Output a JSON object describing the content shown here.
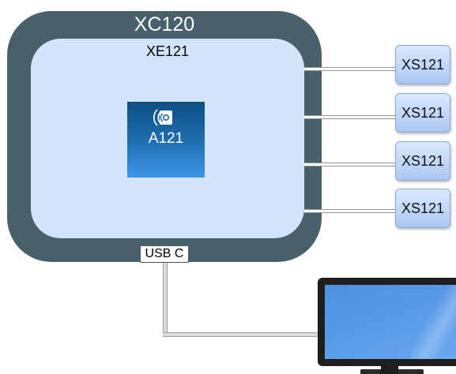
{
  "board": {
    "title": "XC120"
  },
  "module": {
    "title": "XE121"
  },
  "chip": {
    "label": "A121",
    "logo_icon": "acconeer-logo-icon"
  },
  "sensors": [
    {
      "label": "XS121"
    },
    {
      "label": "XS121"
    },
    {
      "label": "XS121"
    },
    {
      "label": "XS121"
    }
  ],
  "usb": {
    "label": "USB C"
  },
  "computer": {
    "icon": "monitor-icon"
  },
  "colors": {
    "board": "#47606a",
    "module": "#d3e4ff",
    "chip_top": "#0d4f83",
    "chip_bottom": "#3d96e8",
    "sensor": "#a9c7f0",
    "screen": "#5b9de9"
  }
}
